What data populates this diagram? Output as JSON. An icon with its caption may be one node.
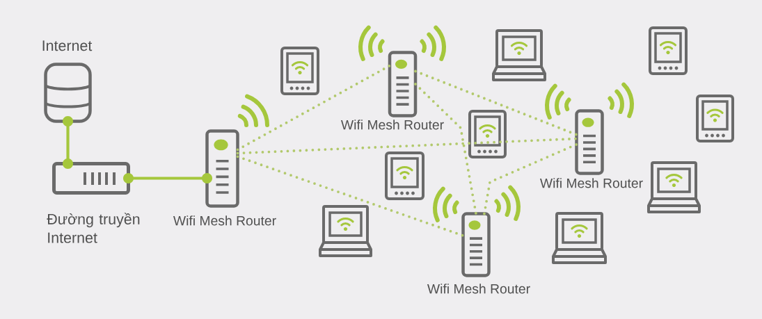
{
  "diagram": {
    "nodes": [
      {
        "text": [
          "Internet"
        ]
      },
      {
        "text": [
          "Đường truyền Internet"
        ]
      },
      {
        "text": [
          "Wifi Mesh Router"
        ]
      },
      {
        "text": [
          "Wifi Mesh Router"
        ]
      },
      {
        "text": [
          "Wifi Mesh Router"
        ]
      },
      {
        "text": [
          "Wifi Mesh Router"
        ]
      }
    ],
    "edges": [
      {
        "from": 0,
        "to": 1,
        "arrow": "other",
        "color": "#a5c73c"
      },
      {
        "from": 1,
        "to": 2,
        "arrow": "other",
        "color": "#a5c73c"
      },
      {
        "from": 2,
        "to": 3,
        "arrow": "none",
        "style": "dashed"
      },
      {
        "from": 2,
        "to": 4,
        "arrow": "none",
        "style": "dashed"
      },
      {
        "from": 2,
        "to": 5,
        "arrow": "none",
        "style": "dashed"
      },
      {
        "from": 3,
        "to": 4,
        "arrow": "none",
        "style": "dashed"
      },
      {
        "from": 3,
        "to": 5,
        "arrow": "none",
        "style": "dashed"
      },
      {
        "from": 5,
        "to": 4,
        "arrow": "none",
        "style": "dashed"
      }
    ]
  }
}
